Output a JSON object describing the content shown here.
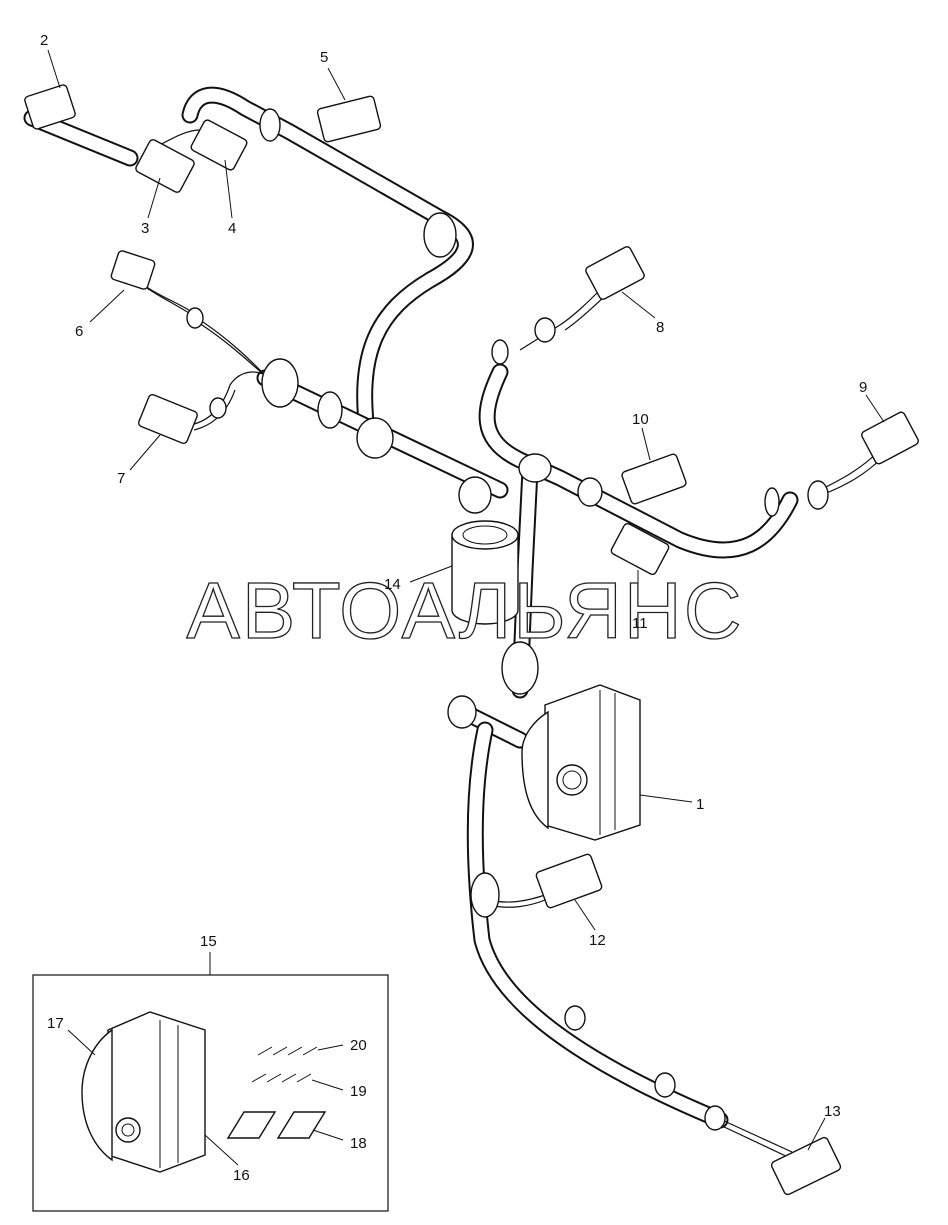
{
  "watermark": "АВТОАЛЬЯНС",
  "callouts": {
    "c1": "1",
    "c2": "2",
    "c3": "3",
    "c4": "4",
    "c5": "5",
    "c6": "6",
    "c7": "7",
    "c8": "8",
    "c9": "9",
    "c10": "10",
    "c11": "11",
    "c12": "12",
    "c13": "13",
    "c14": "14",
    "c15": "15",
    "c16": "16",
    "c17": "17",
    "c18": "18",
    "c19": "19",
    "c20": "20"
  }
}
